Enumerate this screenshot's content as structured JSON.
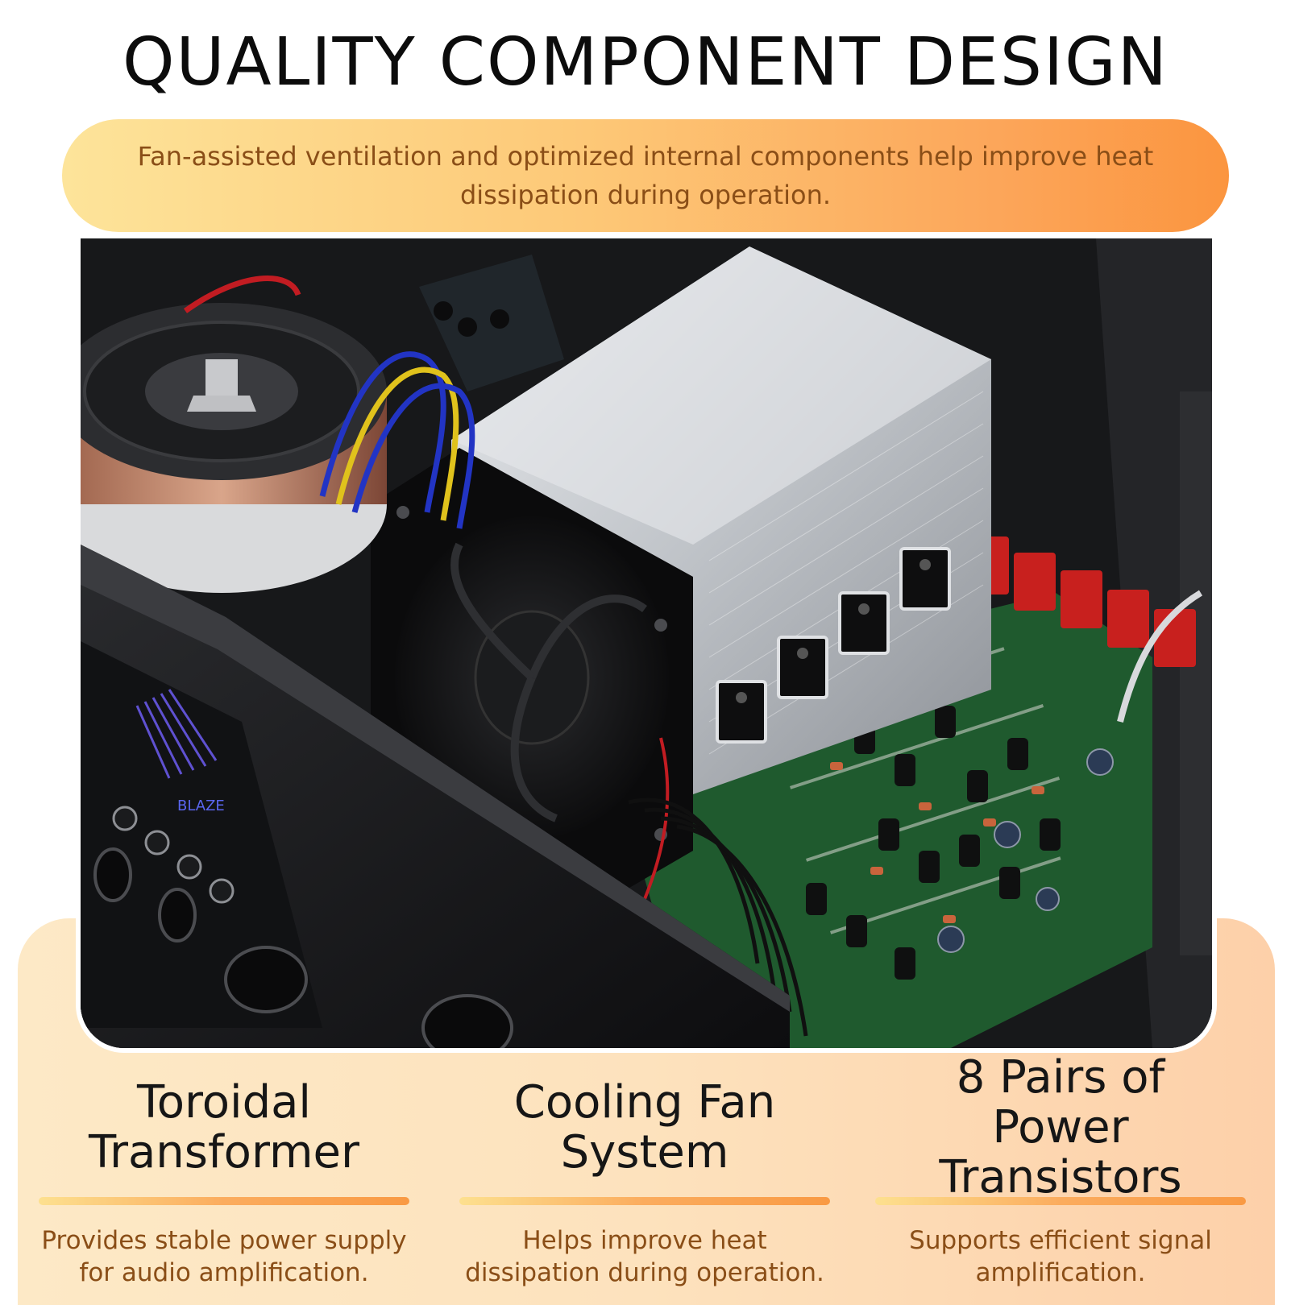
{
  "header": {
    "title": "QUALITY COMPONENT DESIGN",
    "subtitle": "Fan-assisted ventilation and optimized internal components help improve heat dissipation during operation."
  },
  "photo": {
    "label": "amplifier-internals-photo",
    "panel_text": "BLAZE"
  },
  "features": [
    {
      "title_line1": "Toroidal",
      "title_line2": "Transformer",
      "description": "Provides stable power supply for audio amplification."
    },
    {
      "title_line1": "Cooling Fan",
      "title_line2": "System",
      "description": "Helps improve heat dissipation during operation."
    },
    {
      "title_line1": "8 Pairs of",
      "title_line2": "Power Transistors",
      "description": "Supports efficient signal amplification."
    }
  ],
  "colors": {
    "accent_orange": "#fb953f",
    "accent_yellow": "#fde49a",
    "text_brown": "#8a4e17",
    "pcb_green": "#1f5a2e",
    "terminal_red": "#c8201e"
  }
}
